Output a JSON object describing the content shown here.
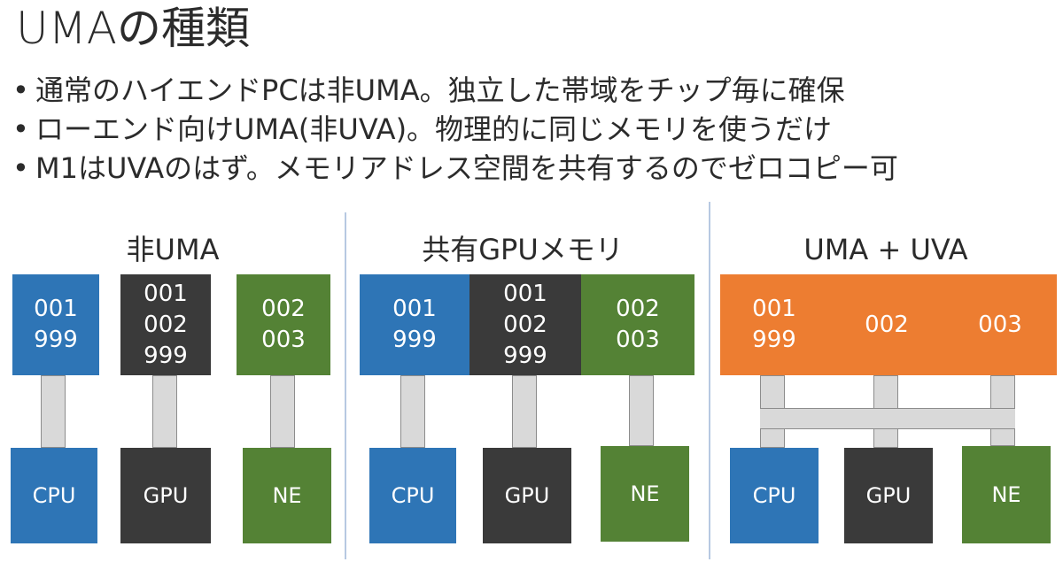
{
  "title": "UMAの種類",
  "bullets": [
    "通常のハイエンドPCは非UMA。独立した帯域をチップ毎に確保",
    "ローエンド向けUMA(非UVA)。物理的に同じメモリを使うだけ",
    "M1はUVAのはず。メモリアドレス空間を共有するのでゼロコピー可"
  ],
  "bullet_marker": "•",
  "diagrams": [
    {
      "title": "非UMA",
      "memory": [
        {
          "lines": [
            "001",
            "999"
          ],
          "color": "#2e75b6"
        },
        {
          "lines": [
            "001",
            "002",
            "999"
          ],
          "color": "#3a3a3a"
        },
        {
          "lines": [
            "002",
            "003"
          ],
          "color": "#548235"
        }
      ],
      "processors": [
        {
          "label": "CPU",
          "color": "#2e75b6"
        },
        {
          "label": "GPU",
          "color": "#3a3a3a"
        },
        {
          "label": "NE",
          "color": "#548235"
        }
      ]
    },
    {
      "title": "共有GPUメモリ",
      "memory": [
        {
          "lines": [
            "001",
            "999"
          ],
          "color": "#2e75b6"
        },
        {
          "lines": [
            "001",
            "002",
            "999"
          ],
          "color": "#3a3a3a"
        },
        {
          "lines": [
            "002",
            "003"
          ],
          "color": "#548235"
        }
      ],
      "processors": [
        {
          "label": "CPU",
          "color": "#2e75b6"
        },
        {
          "label": "GPU",
          "color": "#3a3a3a"
        },
        {
          "label": "NE",
          "color": "#548235"
        }
      ]
    },
    {
      "title": "UMA + UVA",
      "memory": [
        {
          "lines": [
            "001",
            "999"
          ],
          "color": "#ed7d31"
        },
        {
          "lines": [
            "002"
          ],
          "color": "#ed7d31"
        },
        {
          "lines": [
            "003"
          ],
          "color": "#ed7d31"
        }
      ],
      "processors": [
        {
          "label": "CPU",
          "color": "#2e75b6"
        },
        {
          "label": "GPU",
          "color": "#3a3a3a"
        },
        {
          "label": "NE",
          "color": "#548235"
        }
      ]
    }
  ]
}
